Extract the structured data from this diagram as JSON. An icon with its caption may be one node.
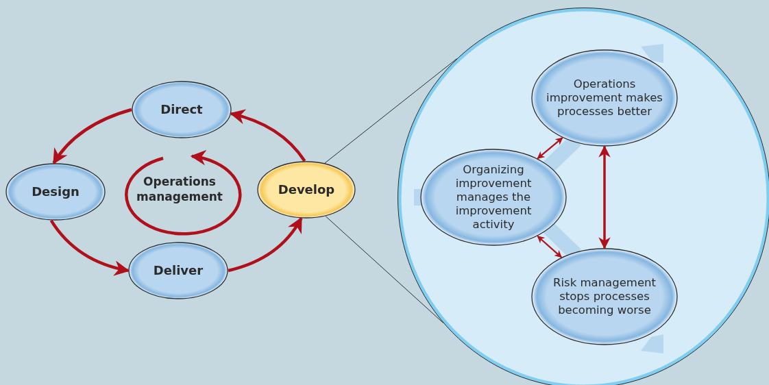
{
  "diagram": {
    "nodes": [
      {
        "text": [
          "Direct"
        ]
      },
      {
        "text": [
          "Design"
        ]
      },
      {
        "text": [
          "Deliver"
        ]
      },
      {
        "text": [
          "Develop"
        ]
      },
      {
        "text": [],
        "shape": "circle"
      },
      {
        "text": [
          "Operations improvement makes processes better"
        ],
        "in": 4
      },
      {
        "text": [
          "Organizing improvement manages the improvement activity"
        ],
        "in": 4
      },
      {
        "text": [
          "Risk management stops processes becoming worse"
        ],
        "in": 4
      }
    ],
    "edges": [
      {
        "from": 0,
        "to": 1,
        "arrow": "to"
      },
      {
        "from": 1,
        "to": 2,
        "arrow": "to"
      },
      {
        "from": 2,
        "to": 3,
        "arrow": "to"
      },
      {
        "from": 3,
        "to": 0,
        "arrow": "to"
      },
      {
        "from": 3,
        "to": 4,
        "arrow": "none",
        "color": "#2c2c2c"
      },
      {
        "from": 3,
        "to": 4,
        "arrow": "none",
        "color": "#2c2c2c"
      },
      {
        "from": 6,
        "to": 5,
        "arrow": "both"
      },
      {
        "from": 5,
        "to": 7,
        "arrow": "both"
      },
      {
        "from": 6,
        "to": 7,
        "arrow": "both"
      }
    ],
    "labels": [
      "Operations management"
    ]
  }
}
